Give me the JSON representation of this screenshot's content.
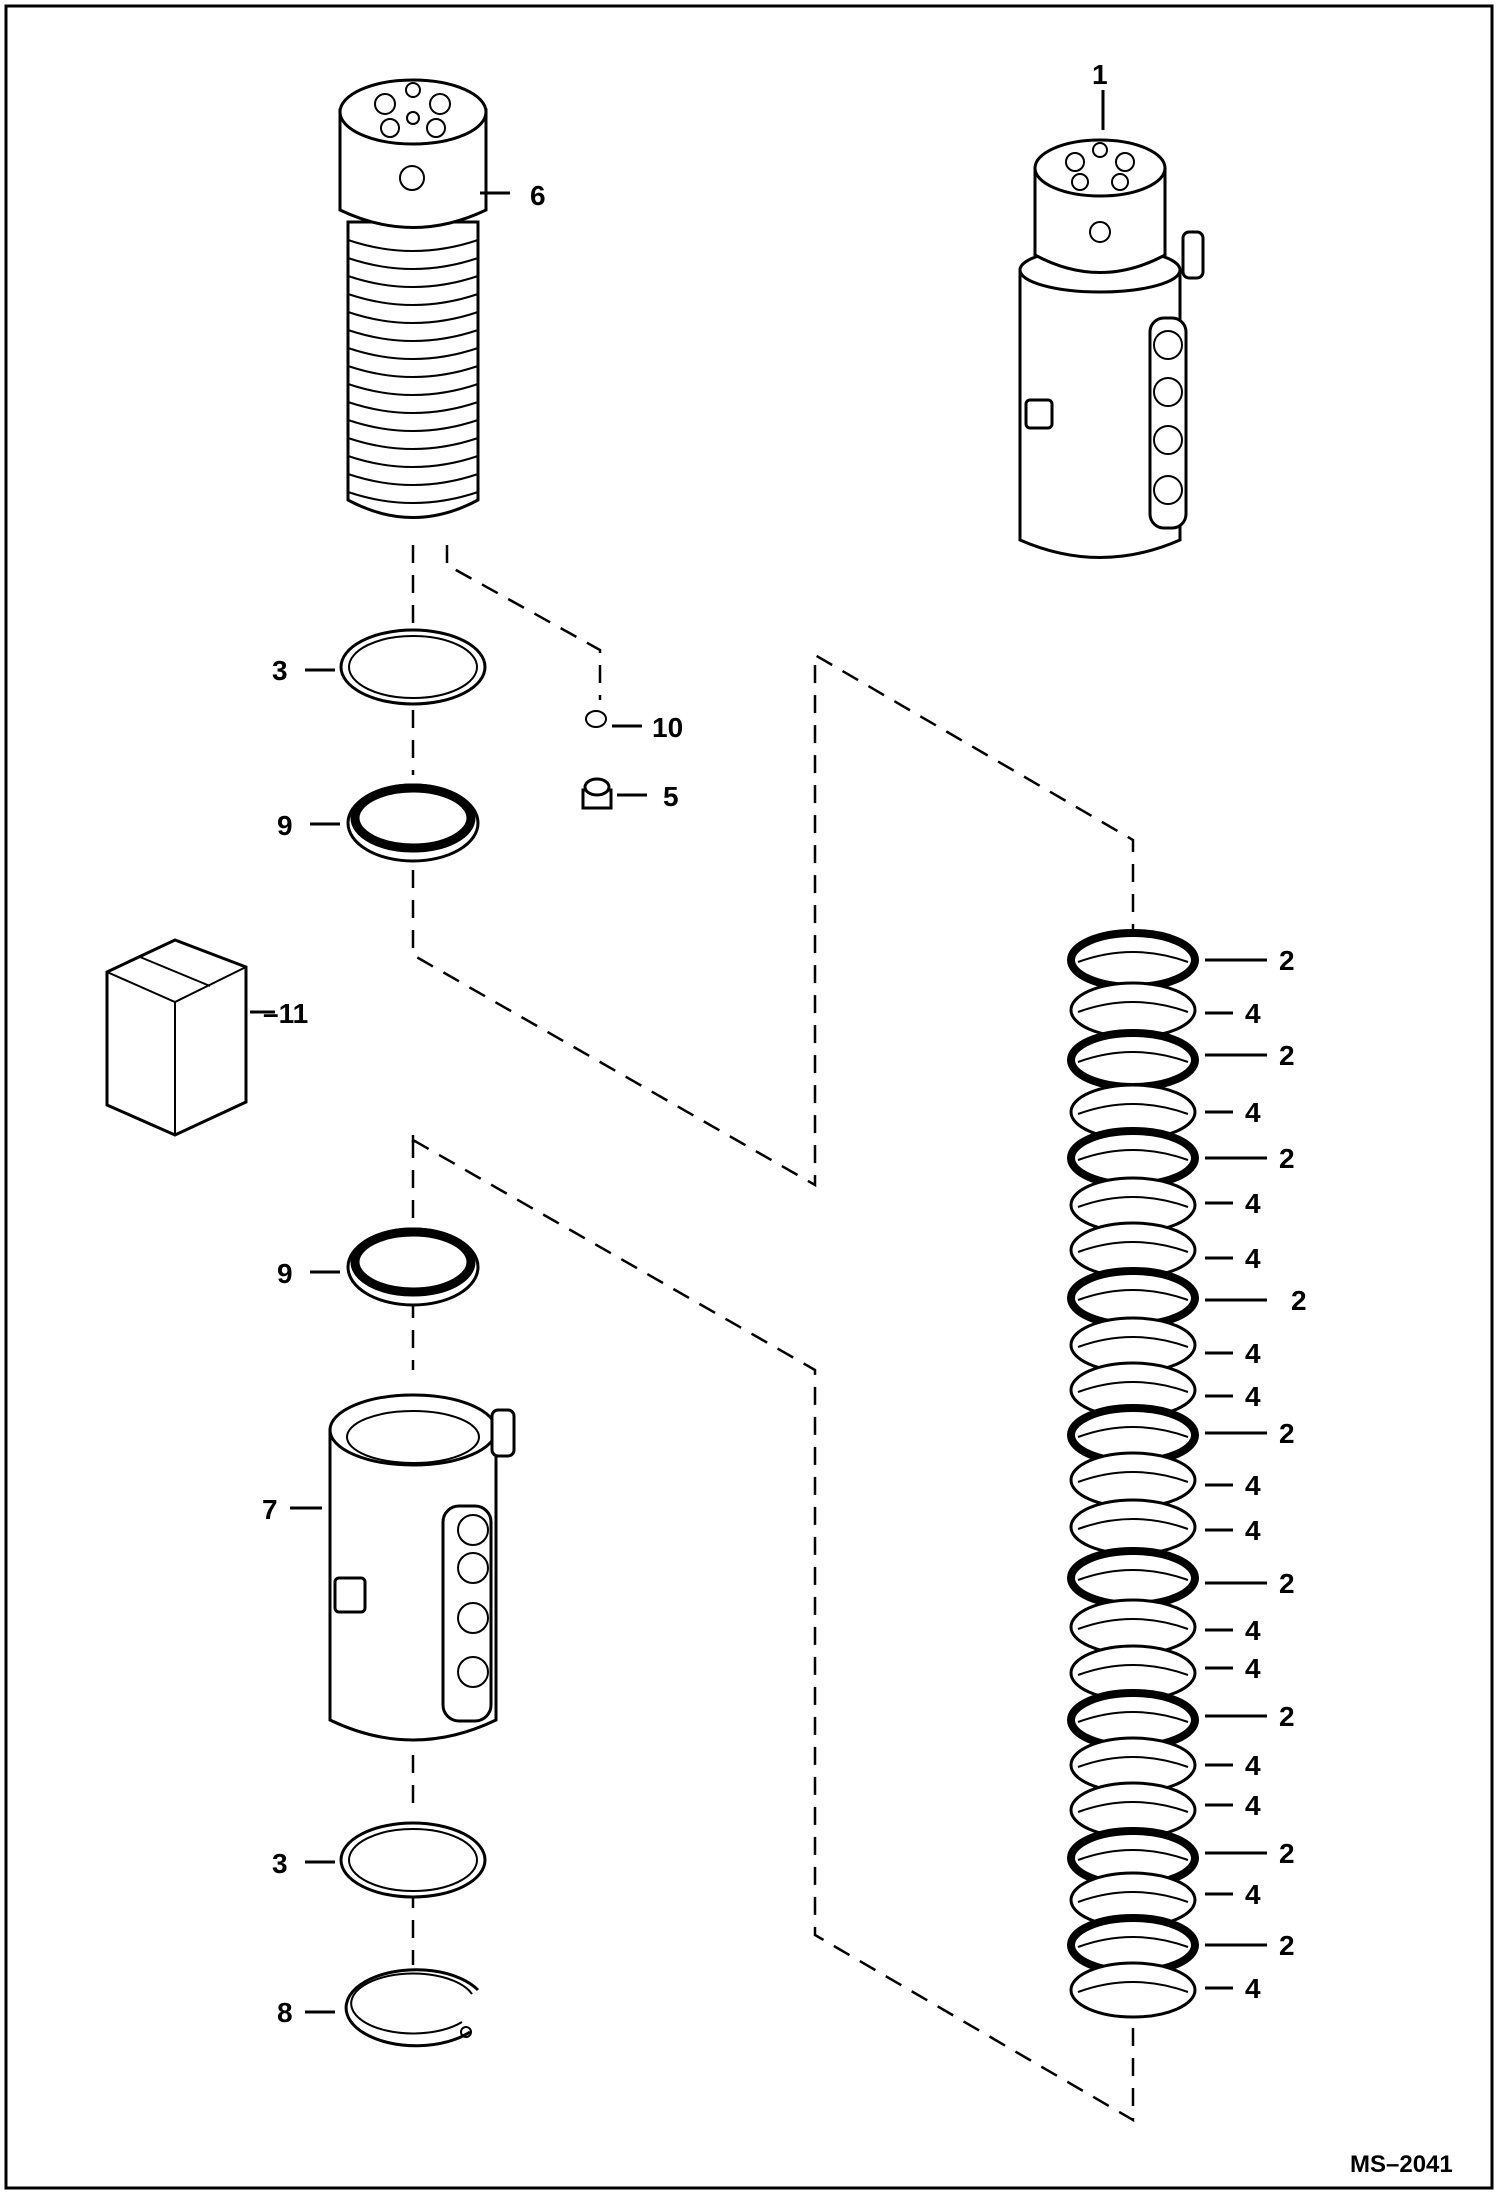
{
  "diagram": {
    "drawing_code": "MS–2041",
    "callouts": {
      "c1": "1",
      "c6": "6",
      "c3a": "3",
      "c9a": "9",
      "c10": "10",
      "c5": "5",
      "c11": "–11",
      "c9b": "9",
      "c7": "7",
      "c3b": "3",
      "c8": "8"
    },
    "ring_labels": [
      "2",
      "4",
      "2",
      "4",
      "2",
      "4",
      "4",
      "2",
      "4",
      "4",
      "2",
      "4",
      "4",
      "2",
      "4",
      "4",
      "2",
      "4",
      "4",
      "2",
      "4",
      "2",
      "4"
    ]
  }
}
